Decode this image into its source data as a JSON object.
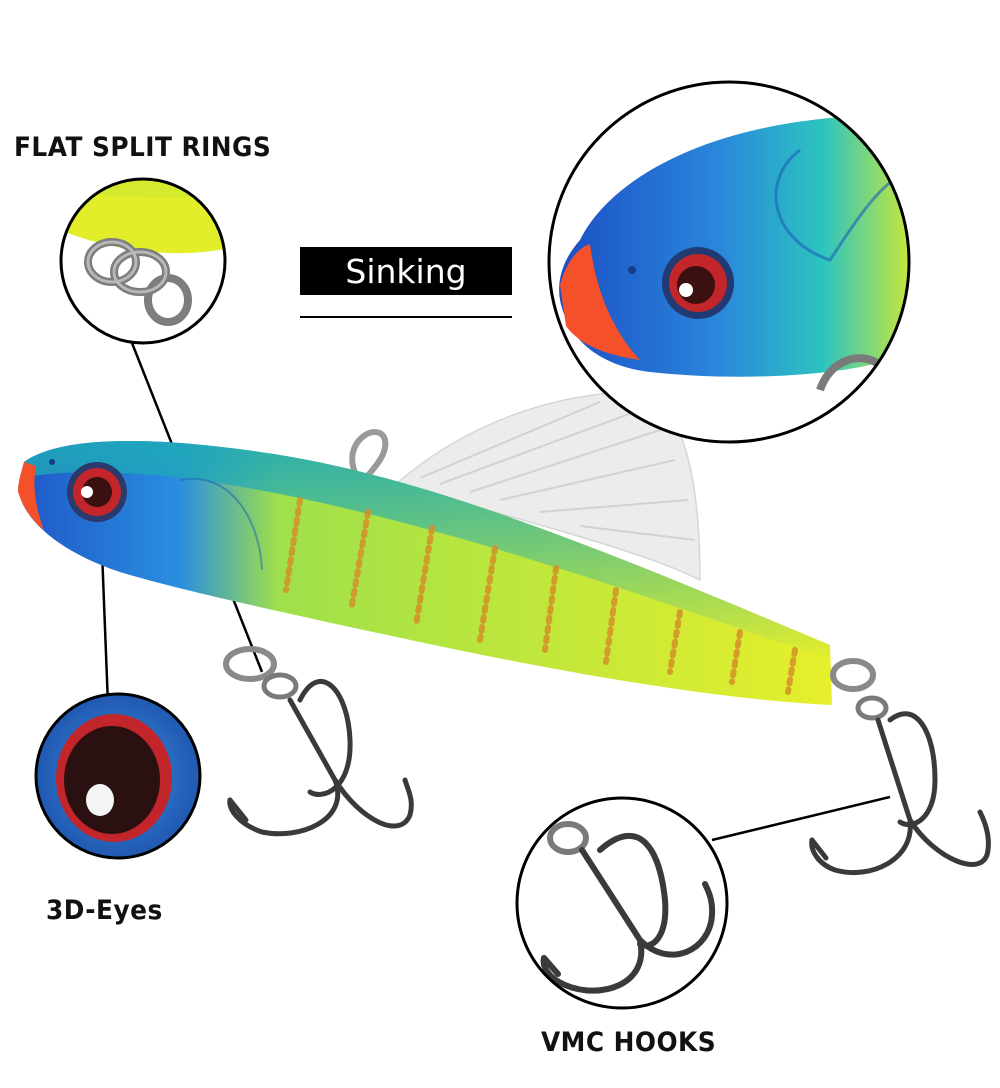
{
  "labels": {
    "flat_split_rings": "FLAT SPLIT RINGS",
    "sinking": "Sinking",
    "eyes": "3D-Eyes",
    "hooks": "VMC HOOKS"
  },
  "colors": {
    "head_blue": "#1f57c8",
    "body_yellow": "#e3ee2a",
    "back_teal": "#1fb8a8",
    "nose_orange": "#f4502a",
    "stripe_orange": "#d49028",
    "fin_white": "#ececec",
    "hook_metal": "#3a3a3a"
  }
}
